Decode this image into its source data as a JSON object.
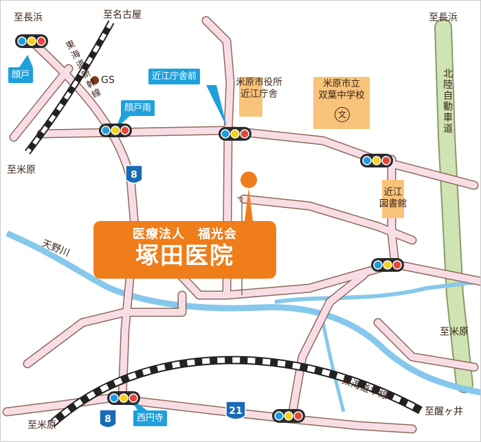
{
  "colors": {
    "road_fill": "#f9dde6",
    "road_edge": "#8a6a5a",
    "river": "#86c8ec",
    "expressway": "#cfe3b3",
    "rail_dark": "#222222",
    "building": "#f8c37a",
    "callout": "#ef7d1a",
    "tag": "#1ea0dd",
    "route_shield": "#1a6bb5"
  },
  "clinic": {
    "corporation": "医療法人　福光会",
    "name": "塚田医院",
    "marker_icon": "orange-pin-icon"
  },
  "direction_labels": {
    "top_left": "至長浜",
    "top_center": "至名古屋",
    "top_right": "至長浜",
    "left_mid": "至米原",
    "right_mid": "至米原",
    "bottom_left": "至米原",
    "bottom_right": "至醒ヶ井"
  },
  "intersection_tags": {
    "kaodo": "顔戸",
    "ohmi_chosha_mae": "近江庁舎前",
    "kaodo_minami": "顔戸南",
    "saienji": "西円寺"
  },
  "landmarks": {
    "gs": "GS",
    "city_hall": [
      "米原市役所",
      "近江庁舎"
    ],
    "school": [
      "米原市立",
      "双葉中学校"
    ],
    "school_symbol": "文",
    "library": [
      "近江",
      "図書館"
    ],
    "river": "天野川"
  },
  "railways": {
    "shinkansen": "東海道新幹線",
    "main_line": "東海道本線",
    "expressway": "北陸自動車道"
  },
  "routes": {
    "route_8_upper": "8",
    "route_8_lower": "8",
    "route_21": "21"
  },
  "traffic_light_colors": [
    "#1e9be0",
    "#f3d21c",
    "#e4483a"
  ]
}
